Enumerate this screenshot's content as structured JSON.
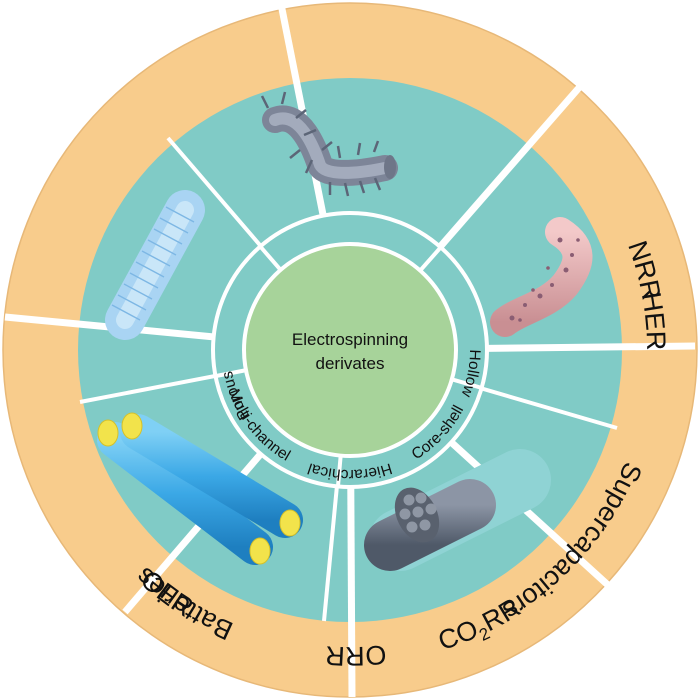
{
  "colors": {
    "outer_ring": "#F8CC8C",
    "teal": "#80CBC6",
    "center": "#A7D39A",
    "divider": "#FFFFFF"
  },
  "applications": [
    {
      "id": "orr",
      "label": "ORR"
    },
    {
      "id": "batteries",
      "label": "Batteries"
    },
    {
      "id": "her",
      "label": "HER"
    },
    {
      "id": "oer",
      "label": "OER"
    },
    {
      "id": "co2rr",
      "label_main": "CO",
      "label_sub": "2",
      "label_tail": "RR"
    },
    {
      "id": "nrr",
      "label": "NRR"
    },
    {
      "id": "supercapacitors",
      "label": "Supercapacitors"
    }
  ],
  "structures": [
    {
      "id": "hierarchical",
      "label": "Hierarchical"
    },
    {
      "id": "porous",
      "label": "Porous"
    },
    {
      "id": "multi-channel",
      "label": "Multi-channel"
    },
    {
      "id": "core-shell",
      "label": "Core-shell"
    },
    {
      "id": "hollow",
      "label": "Hollow"
    }
  ],
  "center": {
    "line1": "Electrospinning",
    "line2": "derivates"
  },
  "icons": [
    "spiky-nanofiber-icon",
    "porous-nanofiber-icon",
    "multichannel-nanofiber-icon",
    "coreshell-nanofiber-icon",
    "hollow-nanofiber-icon"
  ]
}
